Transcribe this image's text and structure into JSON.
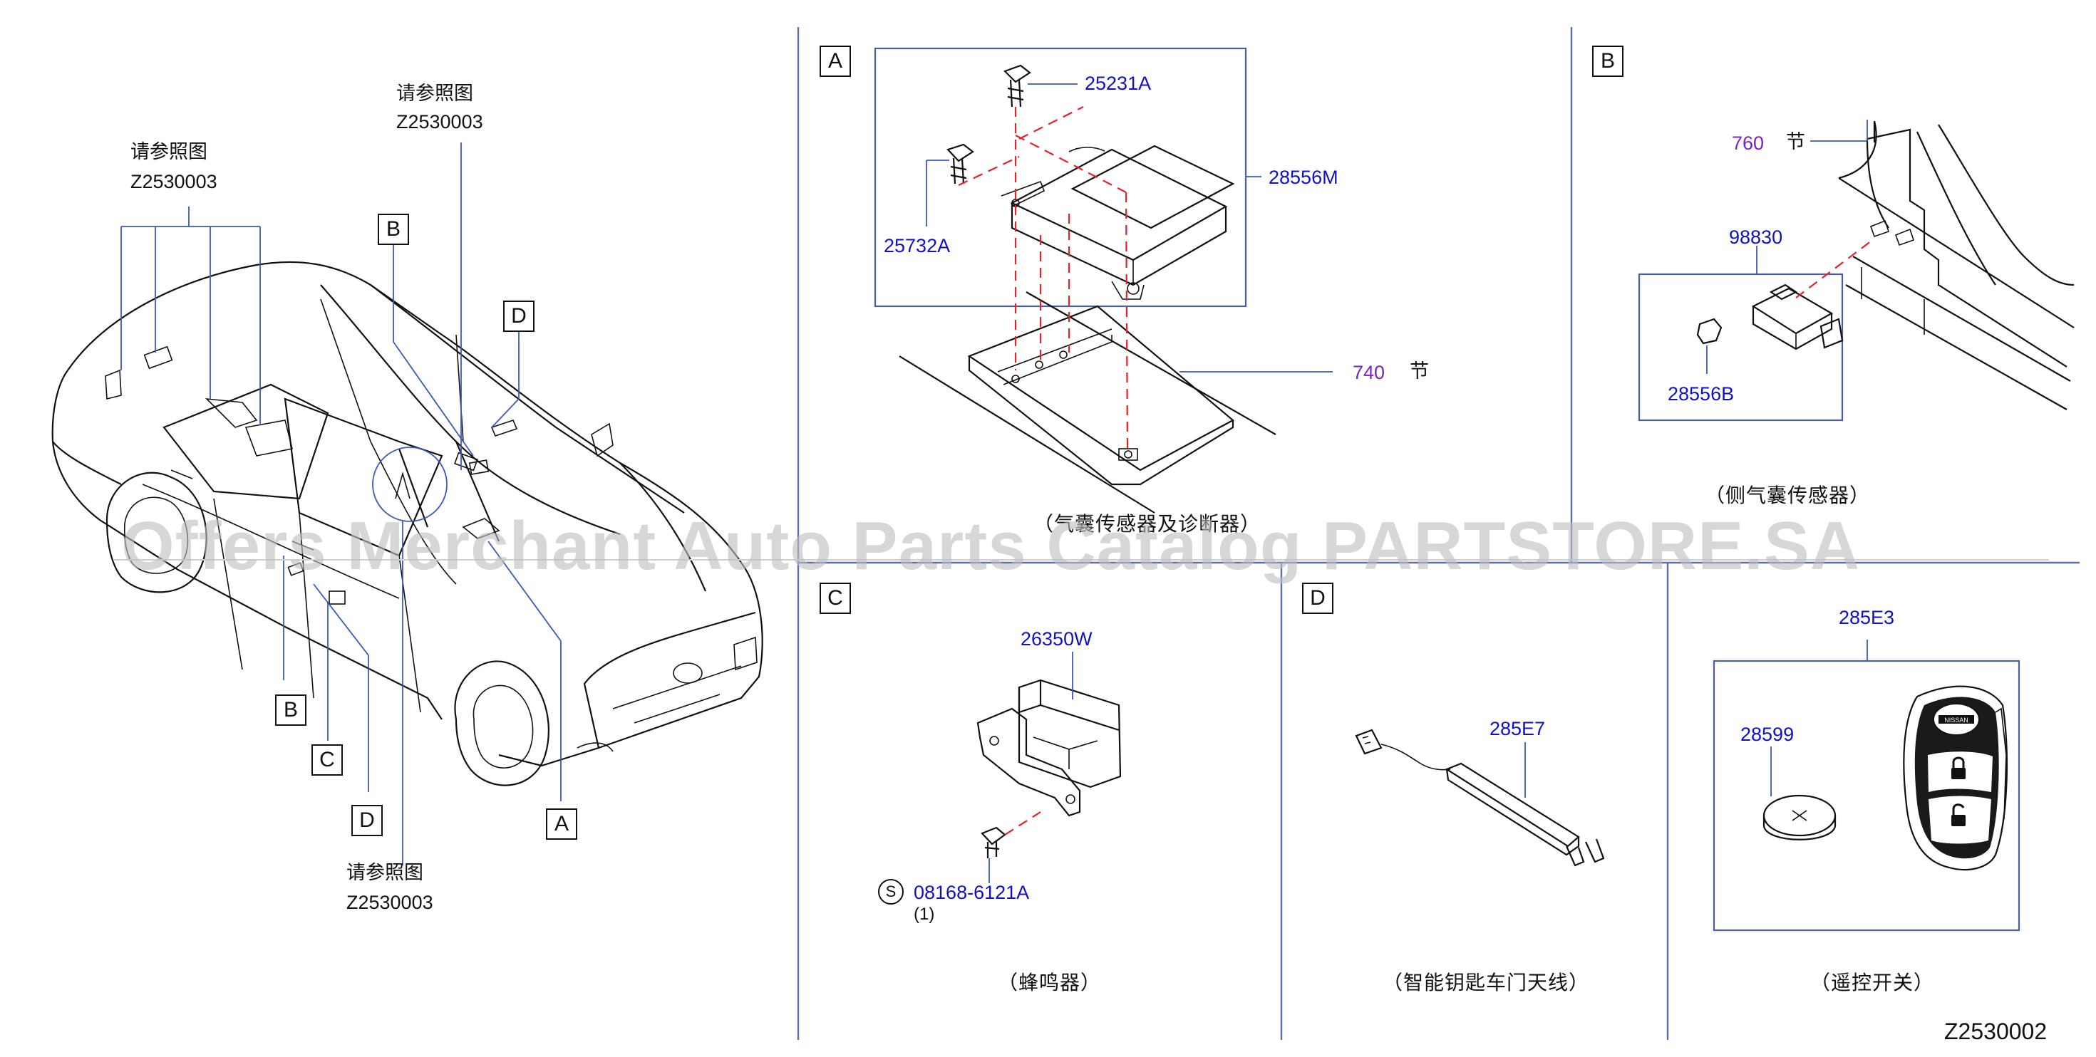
{
  "ref_note": {
    "label": "请参照图",
    "code": "Z2530003"
  },
  "section_letters": [
    "A",
    "B",
    "C",
    "D"
  ],
  "panel_a": {
    "letter": "A",
    "parts": {
      "bolt_top": "25231A",
      "bolt_left": "25732A",
      "module": "28556M",
      "floor_ref": "740",
      "floor_suffix": "节"
    },
    "caption": "（气囊传感器及诊断器）"
  },
  "panel_b": {
    "letter": "B",
    "parts": {
      "section_ref": "760",
      "section_suffix": "节",
      "sensor": "98830",
      "clip": "28556B"
    },
    "caption": "（侧气囊传感器）"
  },
  "panel_c": {
    "letter": "C",
    "parts": {
      "buzzer": "26350W",
      "screw": "08168-6121A",
      "screw_qty": "(1)",
      "screw_marker": "S"
    },
    "caption": "（蜂鸣器）"
  },
  "panel_d": {
    "letter": "D",
    "parts": {
      "antenna": "285E7"
    },
    "caption": "（智能钥匙车门天线）"
  },
  "panel_e": {
    "parts": {
      "remote": "285E3",
      "battery": "28599",
      "fob_logo": "NISSAN"
    },
    "caption": "（遥控开关）"
  },
  "figure_code": "Z2530002",
  "watermark": "Offers Merchant Auto Parts Catalog PARTSTORE.SA"
}
